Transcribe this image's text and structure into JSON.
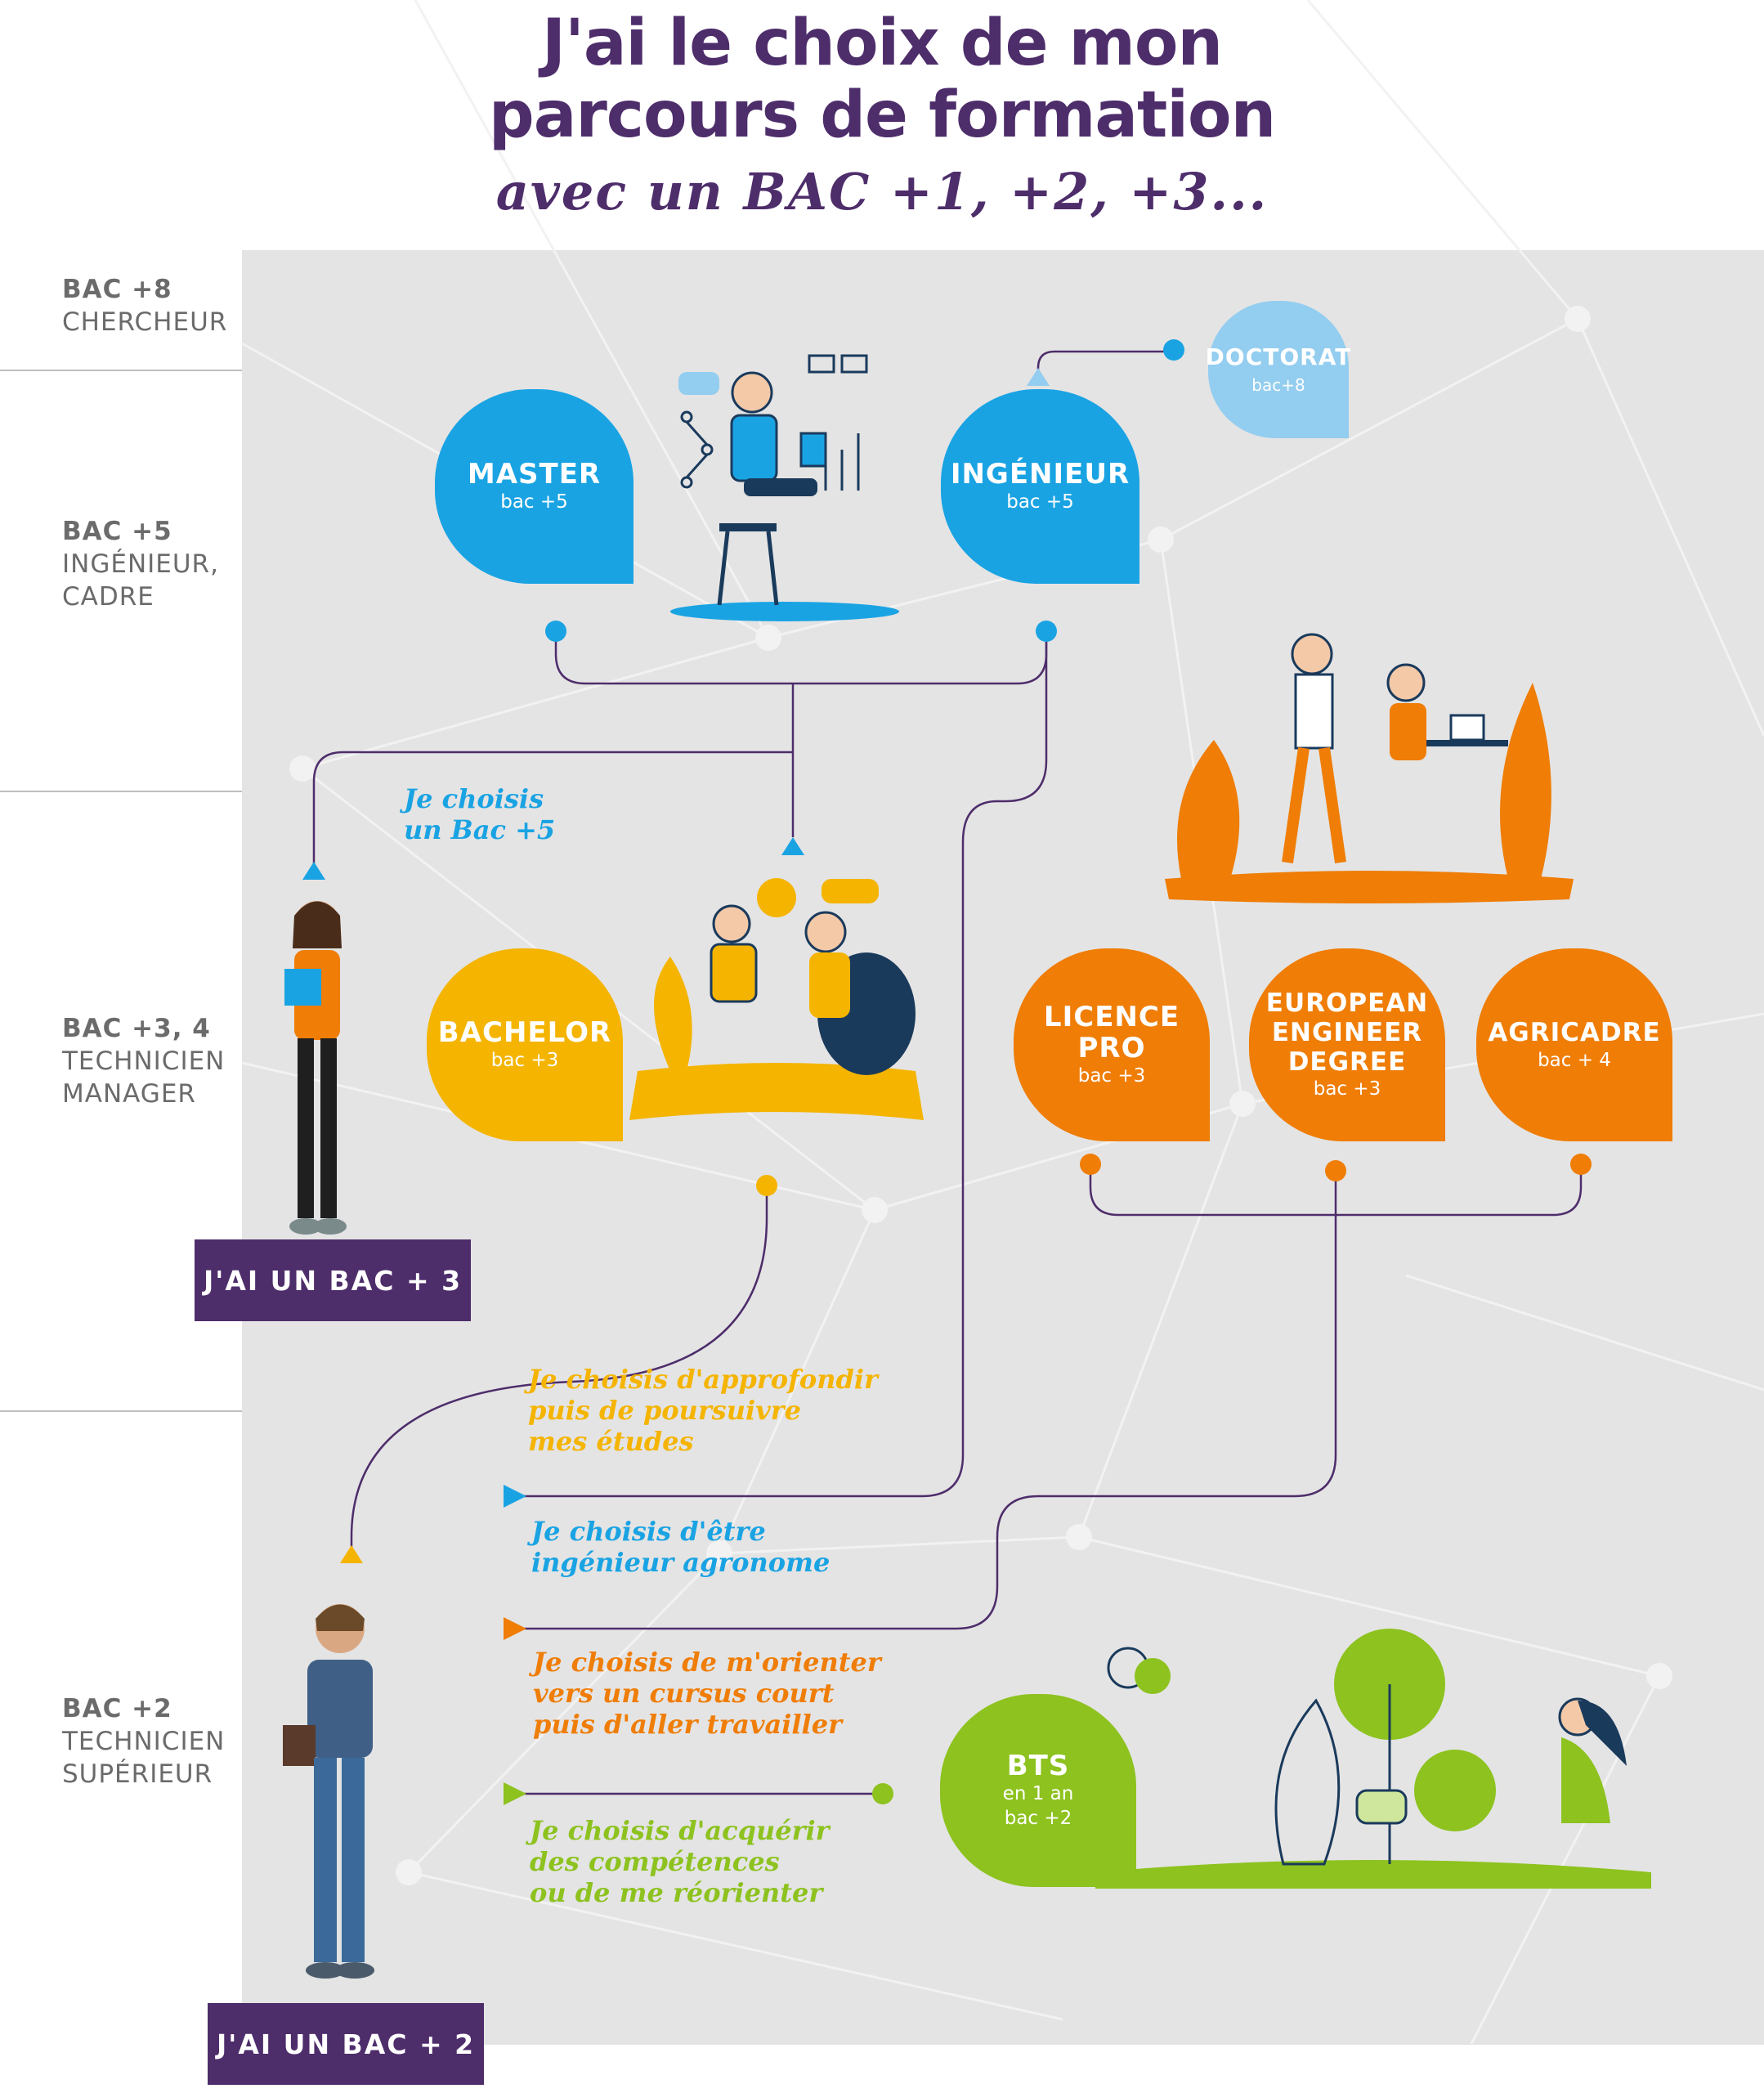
{
  "header": {
    "line1": "J'ai le choix de mon",
    "line2": "parcours de formation",
    "line3": "avec un BAC +1, +2, +3..."
  },
  "levels": [
    {
      "title": "BAC +8",
      "desc": [
        "CHERCHEUR"
      ]
    },
    {
      "title": "BAC +5",
      "desc": [
        "INGÉNIEUR,",
        "CADRE"
      ]
    },
    {
      "title": "BAC +3, 4",
      "desc": [
        "TECHNICIEN",
        "MANAGER"
      ]
    },
    {
      "title": "BAC +2",
      "desc": [
        "TECHNICIEN",
        "SUPÉRIEUR"
      ]
    }
  ],
  "bubbles": {
    "doctorat": {
      "name": "DOCTORAT",
      "sub": "bac+8"
    },
    "master": {
      "name": "MASTER",
      "sub": "bac +5"
    },
    "ingenieur": {
      "name": "INGÉNIEUR",
      "sub": "bac +5"
    },
    "bachelor": {
      "name": "BACHELOR",
      "sub": "bac +3"
    },
    "licence": {
      "name": "LICENCE PRO",
      "sub": "bac +3"
    },
    "european": {
      "name": "EUROPEAN ENGINEER DEGREE",
      "sub": "bac +3"
    },
    "agricadre": {
      "name": "AGRICADRE",
      "sub": "bac + 4"
    },
    "bts": {
      "name": "BTS",
      "sub1": "en 1 an",
      "sub2": "bac +2"
    }
  },
  "notes": {
    "bac5": [
      "Je choisis",
      "un Bac +5"
    ],
    "approfondir": [
      "Je choisis d'approfondir",
      "puis de poursuivre",
      "mes études"
    ],
    "agronome": [
      "Je choisis d'être",
      "ingénieur agronome"
    ],
    "court": [
      "Je choisis de m'orienter",
      "vers un cursus court",
      "puis d'aller travailler"
    ],
    "competences": [
      "Je choisis d'acquérir",
      "des compétences",
      "ou de me réorienter"
    ]
  },
  "badges": {
    "bac3": "J'AI UN BAC + 3",
    "bac2": "J'AI UN BAC + 2"
  },
  "colors": {
    "purple": "#4e2d6b",
    "blue": "#1aa3e3",
    "yellow": "#f4b400",
    "orange": "#ef7d06",
    "green": "#8dc21f"
  }
}
